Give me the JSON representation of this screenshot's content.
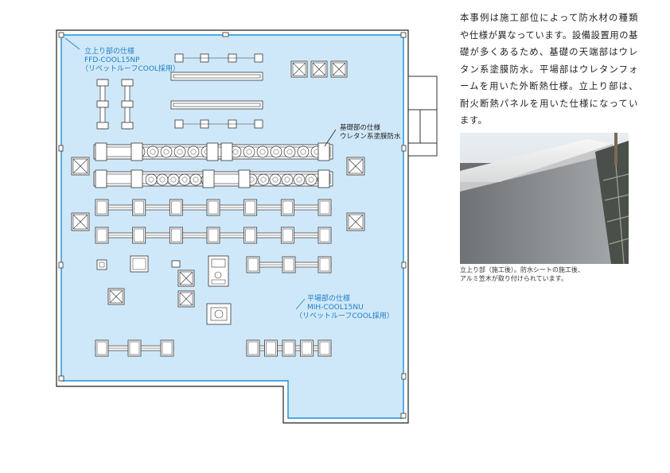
{
  "labels": {
    "riser": {
      "title": "立上り部の仕様",
      "product": "FFD-COOL15NP",
      "note": "（リベットルーフCOOL採用）"
    },
    "foundation": {
      "title": "基礎部の仕様",
      "spec": "ウレタン系塗膜防水"
    },
    "flat": {
      "title": "平場部の仕様",
      "product": "MIH-COOL15NU",
      "note": "（リベットルーフCOOL採用）"
    }
  },
  "description": "本事例は施工部位によって防水材の種類や仕様が異なっています。設備設置用の基礎が多くあるため、基礎の天端部はウレタン系塗膜防水。平場部はウレタンフォームを用いた外断熱仕様。立上り部は、耐火断熱パネルを用いた仕様になっています。",
  "photo": {
    "caption_line1": "立上り部（施工後）。防水シートの施工後、",
    "caption_line2": "アルミ笠木が取り付けられています。"
  },
  "colors": {
    "roof_fill": "#cfe8f9",
    "roof_edge": "#1e90d6",
    "label_blue": "#1e7fc4",
    "outline": "#222222"
  }
}
